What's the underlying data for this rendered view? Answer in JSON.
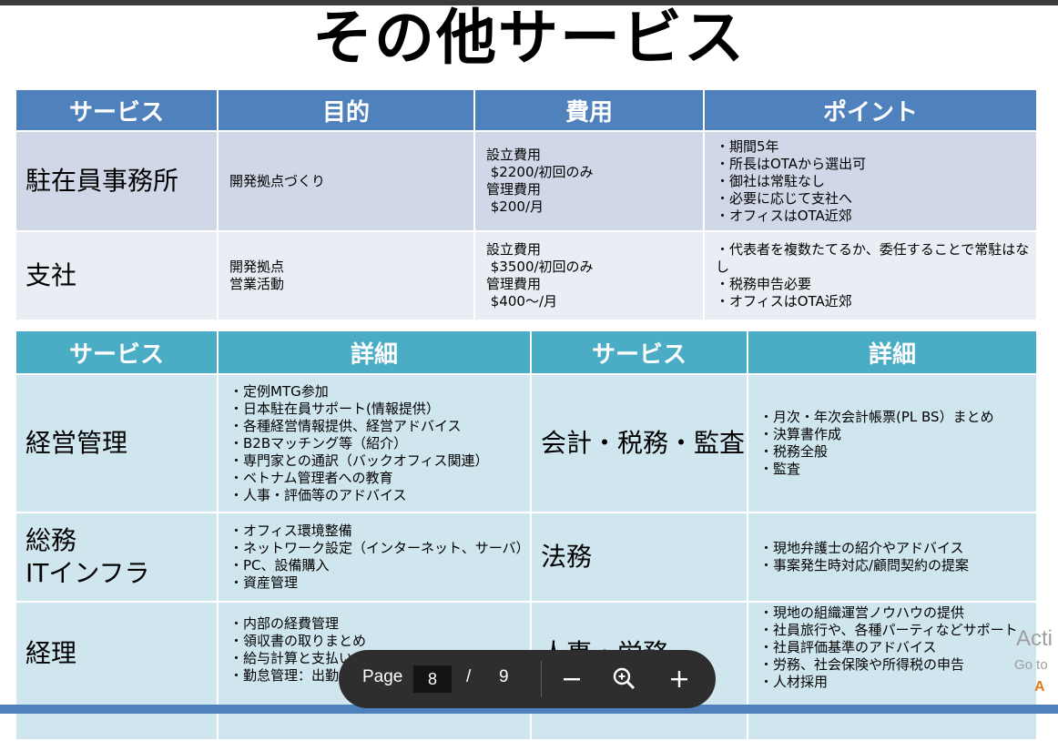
{
  "slide": {
    "title": "その他サービス",
    "table1": {
      "headers": [
        "サービス",
        "目的",
        "費用",
        "ポイント"
      ],
      "rows": [
        {
          "service": "駐在員事務所",
          "purpose": [
            "開発拠点づくり"
          ],
          "cost": [
            "設立費用",
            " $2200/初回のみ",
            "管理費用",
            " $200/月"
          ],
          "points": [
            "・期間5年",
            "・所長はOTAから選出可",
            "・御社は常駐なし",
            "・必要に応じて支社へ",
            "・オフィスはOTA近郊"
          ]
        },
        {
          "service": "支社",
          "purpose": [
            "開発拠点",
            "営業活動"
          ],
          "cost": [
            "設立費用",
            " $3500/初回のみ",
            "管理費用",
            " $400～/月"
          ],
          "points": [
            "・代表者を複数たてるか、委任することで常駐はな",
            "し",
            "・税務申告必要",
            "・オフィスはOTA近郊"
          ]
        }
      ]
    },
    "table2": {
      "headers": [
        "サービス",
        "詳細",
        "サービス",
        "詳細"
      ],
      "rows": [
        {
          "left_service": [
            "経営管理"
          ],
          "left_details": [
            "・定例MTG参加",
            "・日本駐在員サポート(情報提供）",
            "・各種経営情報提供、経営アドバイス",
            "・B2Bマッチング等（紹介）",
            "・専門家との通訳（バックオフィス関連）",
            "・ベトナム管理者への教育",
            "・人事・評価等のアドバイス"
          ],
          "right_service": [
            "会計・税務・監査"
          ],
          "right_details": [
            "・月次・年次会計帳票(PL BS）まとめ",
            "・決算書作成",
            "・税務全般",
            "・監査"
          ]
        },
        {
          "left_service": [
            "総務",
            "ITインフラ"
          ],
          "left_details": [
            "・オフィス環境整備",
            "・ネットワーク設定（インターネット、サーバ）",
            "・PC、設備購入",
            "・資産管理"
          ],
          "right_service": [
            "法務"
          ],
          "right_details": [
            "・現地弁護士の紹介やアドバイス",
            "・事案発生時対応/顧問契約の提案"
          ]
        },
        {
          "left_service": [
            "経理"
          ],
          "left_details": [
            "・内部の経費管理",
            "・領収書の取りまとめ",
            "・給与計算と支払い、経費の支払い",
            "・勤怠管理：出勤と退勤・残業の計算"
          ],
          "right_service": [
            "人事・労務"
          ],
          "right_details": [
            "・現地の組織運営ノウハウの提供",
            "・社員旅行や、各種パーティなどサポート",
            "・社員評価基準のアドバイス",
            "・労務、社会保険や所得税の申告",
            "・人材採用"
          ]
        }
      ]
    }
  },
  "watermark": {
    "line1": "Acti",
    "line2": "Go to",
    "line3": "A"
  },
  "toolbar": {
    "page_label": "Page",
    "current_page": "8",
    "separator": "/",
    "total_pages": "9",
    "icons": [
      "zoom-out-icon",
      "zoom-fit-icon",
      "zoom-in-icon"
    ]
  },
  "colors": {
    "table1_header": "#4f81bd",
    "table2_header": "#4bacc6",
    "toolbar_bg": "#2e2e2e"
  }
}
